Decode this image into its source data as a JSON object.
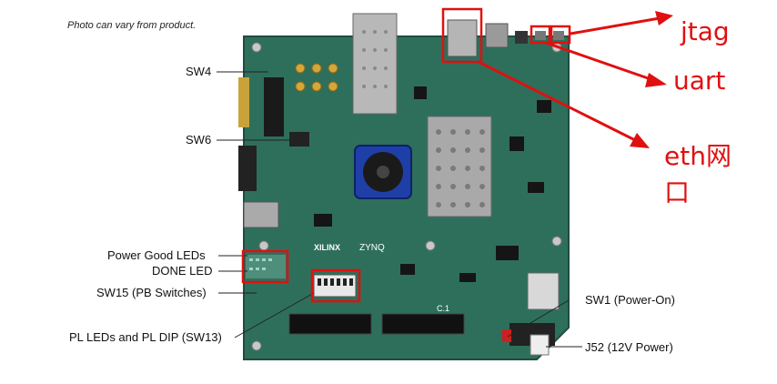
{
  "caption": "Photo can vary from product.",
  "left_labels": {
    "sw4": "SW4",
    "sw6": "SW6",
    "power_good": "Power Good LEDs",
    "done_led": "DONE LED",
    "sw15": "SW15 (PB Switches)",
    "pl_leds": "PL LEDs and PL DIP (SW13)"
  },
  "right_labels": {
    "sw1": "SW1 (Power-On)",
    "j52": "J52 (12V Power)"
  },
  "board_text": {
    "xilinx": "XILINX",
    "zynq": "ZYNQ",
    "c1": "C.1"
  },
  "annotations": {
    "jtag": "jtag",
    "uart": "uart",
    "eth_line1": "eth网",
    "eth_line2": "口",
    "color": "#e01010"
  }
}
